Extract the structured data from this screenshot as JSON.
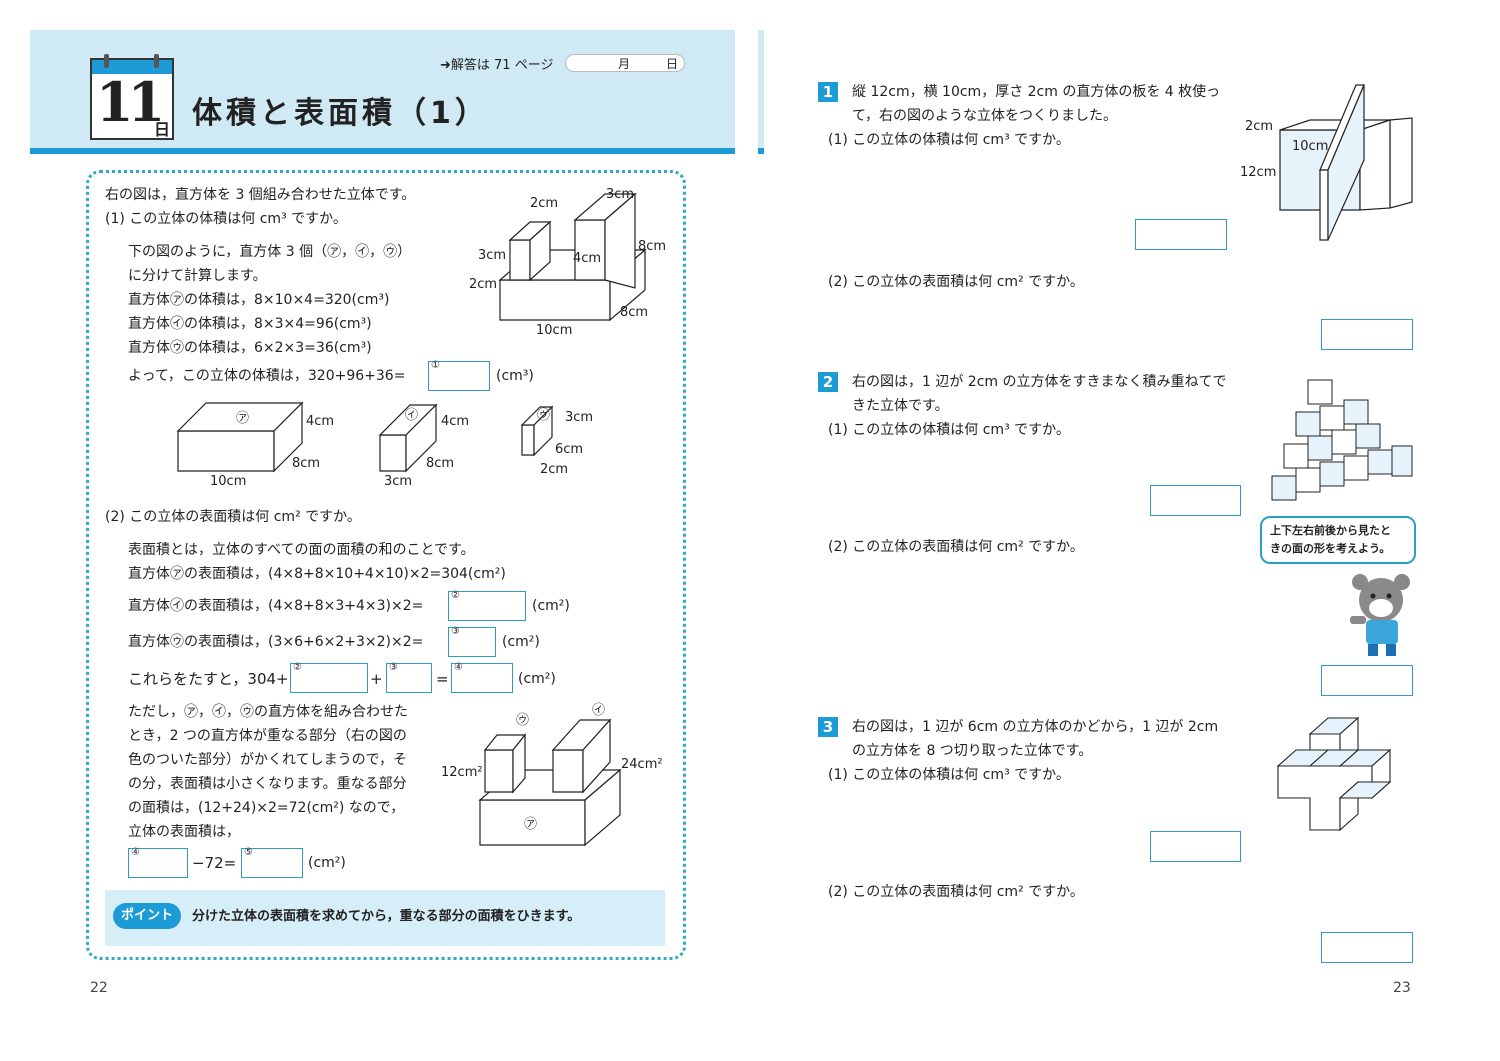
{
  "header": {
    "day_number": "11",
    "day_label": "日",
    "title": "体積と表面積（1）",
    "answer_ref": "➜解答は 71 ページ",
    "month_label": "月",
    "day_field_label": "日"
  },
  "left": {
    "intro": [
      "右の図は，直方体を 3 個組み合わせた立体です。"
    ],
    "q1": "(1)  この立体の体積は何 cm³ ですか。",
    "explain1": [
      "下の図のように，直方体 3 個（㋐，㋑，㋒）",
      "に分けて計算します。",
      "直方体㋐の体積は，8×10×4=320(cm³)",
      "直方体㋑の体積は，8×3×4=96(cm³)",
      "直方体㋒の体積は，6×2×3=36(cm³)"
    ],
    "sum_line": "よって，この立体の体積は，320+96+36=",
    "unit_cm3": "(cm³)",
    "q2": "(2)  この立体の表面積は何 cm² ですか。",
    "explain2_def": "表面積とは，立体のすべての面の面積の和のことです。",
    "explain2_a": "直方体㋐の表面積は，(4×8+8×10+4×10)×2=304(cm²)",
    "explain2_b": "直方体㋑の表面積は，(4×8+8×3+4×3)×2=",
    "explain2_c": "直方体㋒の表面積は，(3×6+6×2+3×2)×2=",
    "unit_cm2": "(cm²)",
    "sum2_prefix": "これらをたすと，304+",
    "plus": "+",
    "equals": "=",
    "note": [
      "ただし，㋐，㋑，㋒の直方体を組み合わせた",
      "とき，2 つの直方体が重なる部分（右の図の",
      "色のついた部分）がかくれてしまうので，そ",
      "の分，表面積は小さくなります。重なる部分",
      "の面積は，(12+24)×2=72(cm²) なので，",
      "立体の表面積は，"
    ],
    "final_minus": "−72=",
    "box_labels": [
      "①",
      "②",
      "③",
      "④",
      "⑤"
    ],
    "point_badge": "ポイント",
    "point_text": "分けた立体の表面積を求めてから，重なる部分の面積をひきます。",
    "figure_labels": {
      "main": [
        "2cm",
        "3cm",
        "3cm",
        "4cm",
        "8cm",
        "2cm",
        "8cm",
        "10cm"
      ],
      "a": [
        "㋐",
        "4cm",
        "8cm",
        "10cm"
      ],
      "b": [
        "㋑",
        "4cm",
        "8cm",
        "3cm"
      ],
      "c": [
        "㋒",
        "3cm",
        "6cm",
        "2cm"
      ],
      "overlap": [
        "㋒",
        "㋑",
        "12cm²",
        "24cm²",
        "㋐"
      ]
    },
    "page_number": "22"
  },
  "right": {
    "q1_num": "1",
    "q1_text": [
      "縦 12cm，横 10cm，厚さ 2cm の直方体の板を 4 枚使っ",
      "て，右の図のような立体をつくりました。"
    ],
    "q1_1": "(1)  この立体の体積は何 cm³ ですか。",
    "q1_2": "(2)  この立体の表面積は何 cm² ですか。",
    "q1_fig": [
      "2cm",
      "10cm",
      "12cm"
    ],
    "q2_num": "2",
    "q2_text": [
      "右の図は，1 辺が 2cm の立方体をすきまなく積み重ねてで",
      "きた立体です。"
    ],
    "q2_1": "(1)  この立体の体積は何 cm³ ですか。",
    "q2_2": "(2)  この立体の表面積は何 cm² ですか。",
    "hint": [
      "上下左右前後から見たと",
      "きの面の形を考えよう。"
    ],
    "q3_num": "3",
    "q3_text": [
      "右の図は，1 辺が 6cm の立方体のかどから，1 辺が 2cm",
      "の立方体を 8 つ切り取った立体です。"
    ],
    "q3_1": "(1)  この立体の体積は何 cm³ ですか。",
    "q3_2": "(2)  この立体の表面積は何 cm² ですか。",
    "page_number": "23"
  },
  "colors": {
    "accent": "#1d9bd6",
    "band": "#cfeaf5",
    "box_border": "#2c9ec5"
  }
}
